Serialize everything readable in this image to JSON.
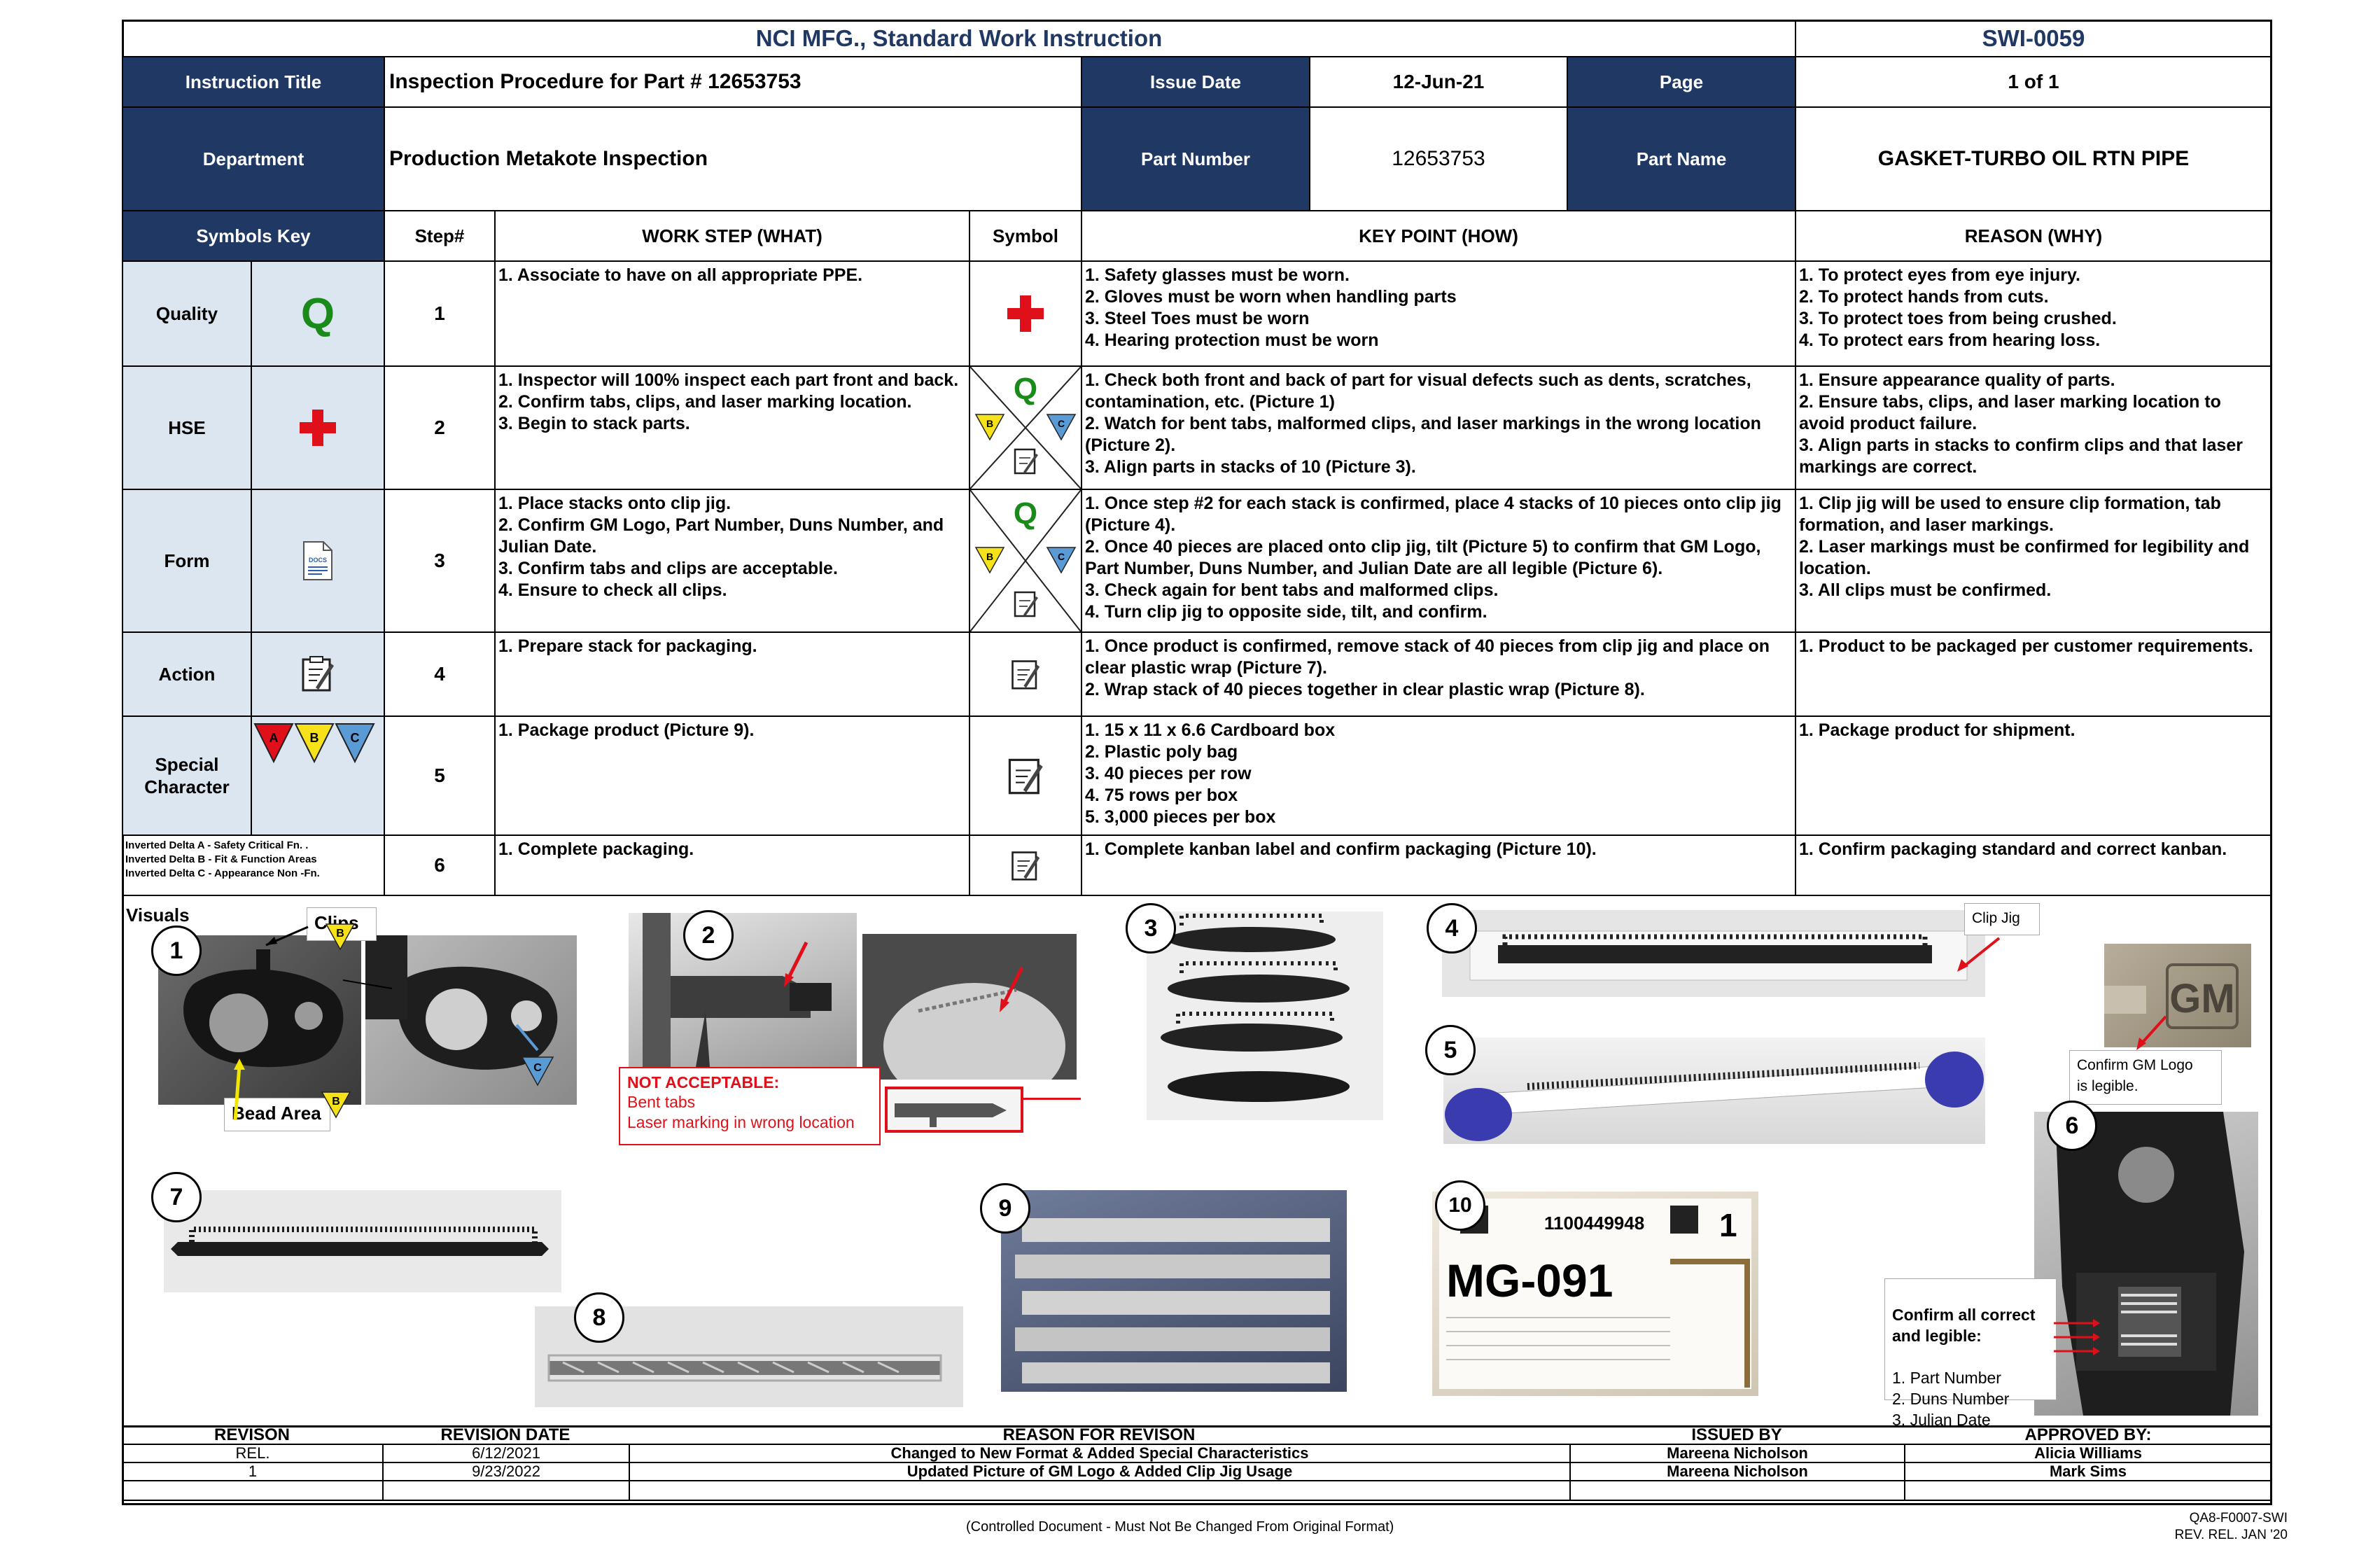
{
  "header": {
    "company_title": "NCI MFG., Standard Work Instruction",
    "doc_number": "SWI-0059"
  },
  "info": {
    "instruction_title_label": "Instruction Title",
    "instruction_title": "Inspection Procedure for Part # 12653753",
    "issue_date_label": "Issue Date",
    "issue_date": "12-Jun-21",
    "page_label": "Page",
    "page": "1 of 1",
    "department_label": "Department",
    "department": "Production Metakote Inspection",
    "part_number_label": "Part Number",
    "part_number": "12653753",
    "part_name_label": "Part Name",
    "part_name": "GASKET-TURBO OIL RTN PIPE"
  },
  "columns": {
    "symbols_key": "Symbols Key",
    "step": "Step#",
    "work_step": "WORK STEP (WHAT)",
    "symbol": "Symbol",
    "key_point": "KEY POINT (HOW)",
    "reason": "REASON (WHY)"
  },
  "symbols_key": {
    "quality": "Quality",
    "quality_glyph": "Q",
    "hse": "HSE",
    "form": "Form",
    "form_icon_text": "DOCS",
    "action": "Action",
    "special_character": "Special\nCharacter",
    "tri_a": "A",
    "tri_b": "B",
    "tri_c": "C",
    "delta_notes": "Inverted Delta A - Safety Critical Fn. .\nInverted Delta B - Fit & Function Areas\nInverted Delta C  - Appearance Non -Fn."
  },
  "steps": [
    {
      "num": "1",
      "what": "1. Associate to have on all appropriate PPE.",
      "how": "1. Safety glasses must be worn.\n2. Gloves must be worn when handling parts\n3. Steel Toes must be worn\n4. Hearing protection must be worn",
      "why": "1. To protect eyes from eye injury.\n2. To protect hands from cuts.\n3. To protect toes from being crushed.\n4. To protect ears from hearing loss."
    },
    {
      "num": "2",
      "what": "1.  Inspector will 100% inspect each part front and back.\n2. Confirm tabs, clips, and laser marking location.\n3. Begin to stack parts.",
      "how": "1. Check both front and back of part for visual defects such as dents, scratches, contamination, etc. (Picture 1)\n2. Watch for bent tabs, malformed clips, and laser markings in the wrong location (Picture 2).\n3. Align parts in stacks of 10 (Picture 3).",
      "why": "1. Ensure appearance quality of parts.\n2. Ensure tabs, clips, and laser marking location to avoid product failure.\n3. Align parts in stacks to confirm clips and that laser markings are correct."
    },
    {
      "num": "3",
      "what": "1. Place stacks onto clip jig.\n2. Confirm GM Logo, Part Number, Duns Number, and Julian Date.\n3. Confirm tabs and clips are acceptable.\n4. Ensure to check all clips.",
      "how": "1. Once step #2 for each stack is confirmed, place 4 stacks of 10 pieces onto clip jig (Picture 4).\n2. Once 40 pieces are placed onto clip jig, tilt (Picture 5) to confirm that GM Logo, Part Number, Duns Number, and Julian Date are all legible (Picture 6).\n3. Check again for bent tabs and malformed clips.\n4. Turn clip jig to opposite side, tilt, and confirm.",
      "why": "1. Clip jig will be used to ensure clip formation, tab formation, and laser markings.\n2. Laser markings must be confirmed for legibility and location.\n3. All clips must be confirmed."
    },
    {
      "num": "4",
      "what": "1. Prepare stack for packaging.",
      "how": "1. Once product is confirmed, remove stack of 40 pieces from clip jig and place on clear plastic wrap (Picture 7).\n2. Wrap stack of 40 pieces together in clear plastic wrap (Picture 8).",
      "why": "1. Product to be packaged per customer requirements."
    },
    {
      "num": "5",
      "what": "1. Package product (Picture 9).",
      "how": "1. 15 x 11 x 6.6 Cardboard box\n2. Plastic poly bag\n3. 40 pieces per row\n4. 75 rows per box\n5. 3,000 pieces per box",
      "why": "1. Package product for shipment."
    },
    {
      "num": "6",
      "what": "1. Complete packaging.",
      "how": "1. Complete kanban label and confirm packaging (Picture 10).",
      "why": "1. Confirm packaging standard and correct kanban."
    }
  ],
  "visuals": {
    "label": "Visuals",
    "clips_callout": "Clips",
    "bead_area_callout": "Bead Area",
    "not_acceptable_title": "NOT ACCEPTABLE:",
    "not_acceptable_lines": "Bent tabs\nLaser marking in wrong location",
    "clip_jig_callout": "Clip Jig",
    "gm_logo_callout": "Confirm GM Logo\nis legible.",
    "gm_logo_text": "GM",
    "confirm_title": "Confirm all correct\nand legible:",
    "confirm_items": "1. Part Number\n2. Duns Number\n3. Julian Date",
    "label_number": "1100449948",
    "label_code": "MG-091",
    "label_qty": "1",
    "pic_numbers": [
      "1",
      "2",
      "3",
      "4",
      "5",
      "6",
      "7",
      "8",
      "9",
      "10"
    ]
  },
  "revisions": {
    "headers": [
      "REVISON",
      "REVISION DATE",
      "REASON FOR REVISON",
      "ISSUED BY",
      "APPROVED BY:"
    ],
    "rows": [
      [
        "REL.",
        "6/12/2021",
        "Changed to New Format & Added Special Characteristics",
        "Mareena Nicholson",
        "Alicia Williams"
      ],
      [
        "1",
        "9/23/2022",
        "Updated Picture of GM Logo & Added Clip Jig Usage",
        "Mareena Nicholson",
        "Mark Sims"
      ]
    ]
  },
  "footer": {
    "controlled": "(Controlled Document - Must Not Be Changed From Original Format)",
    "form_code": "QA8-F0007-SWI",
    "rev_rel": "REV. REL. JAN '20"
  },
  "colors": {
    "navy": "#1f3864",
    "light_blue": "#dce6f1",
    "quality_green": "#1a8a1a",
    "hse_red": "#e0101a",
    "tri_red": "#e0101a",
    "tri_yellow": "#f5e21a",
    "tri_blue": "#5b9bd5"
  }
}
